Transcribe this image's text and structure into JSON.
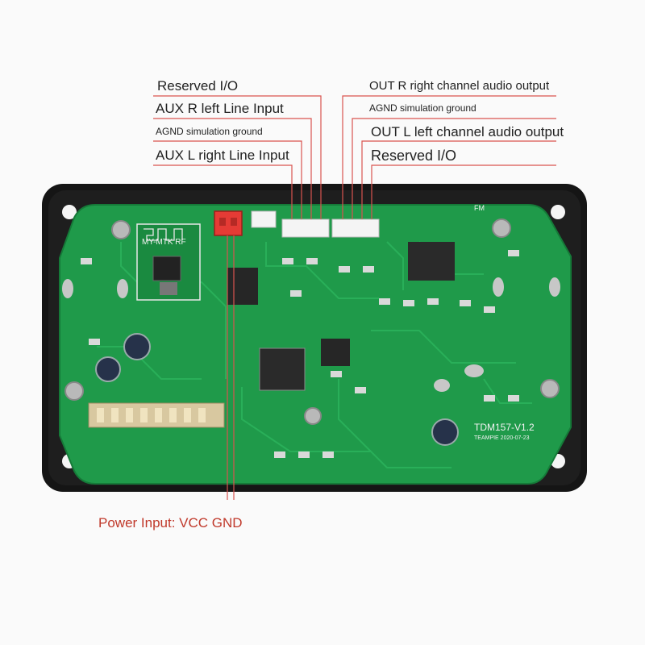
{
  "labels": {
    "left": [
      {
        "text": "Reserved I/O",
        "size": "big"
      },
      {
        "text": "AUX R left Line Input",
        "size": "big"
      },
      {
        "text": "AGND simulation ground",
        "size": "small"
      },
      {
        "text": "AUX L right Line Input",
        "size": "big"
      }
    ],
    "right": [
      {
        "text": "OUT R right channel audio output",
        "size": "big"
      },
      {
        "text": "AGND simulation ground",
        "size": "small"
      },
      {
        "text": "OUT L left channel audio output",
        "size": "big"
      },
      {
        "text": "Reserved I/O",
        "size": "big"
      }
    ],
    "bottom": {
      "text": "Power Input: VCC GND"
    }
  },
  "board": {
    "model": "TDM157-V1.2",
    "maker_date": "TEAMPIE 2020-07-23",
    "module_label": "MY-MTK RF",
    "fm_label": "FM"
  },
  "colors": {
    "pcb": "#1f9a4a",
    "pcb_dark": "#157a38",
    "frame": "#151515",
    "connector_red": "#e53b35",
    "leader_red": "#d9534f",
    "text": "#222222",
    "label_red": "#c0392b"
  }
}
